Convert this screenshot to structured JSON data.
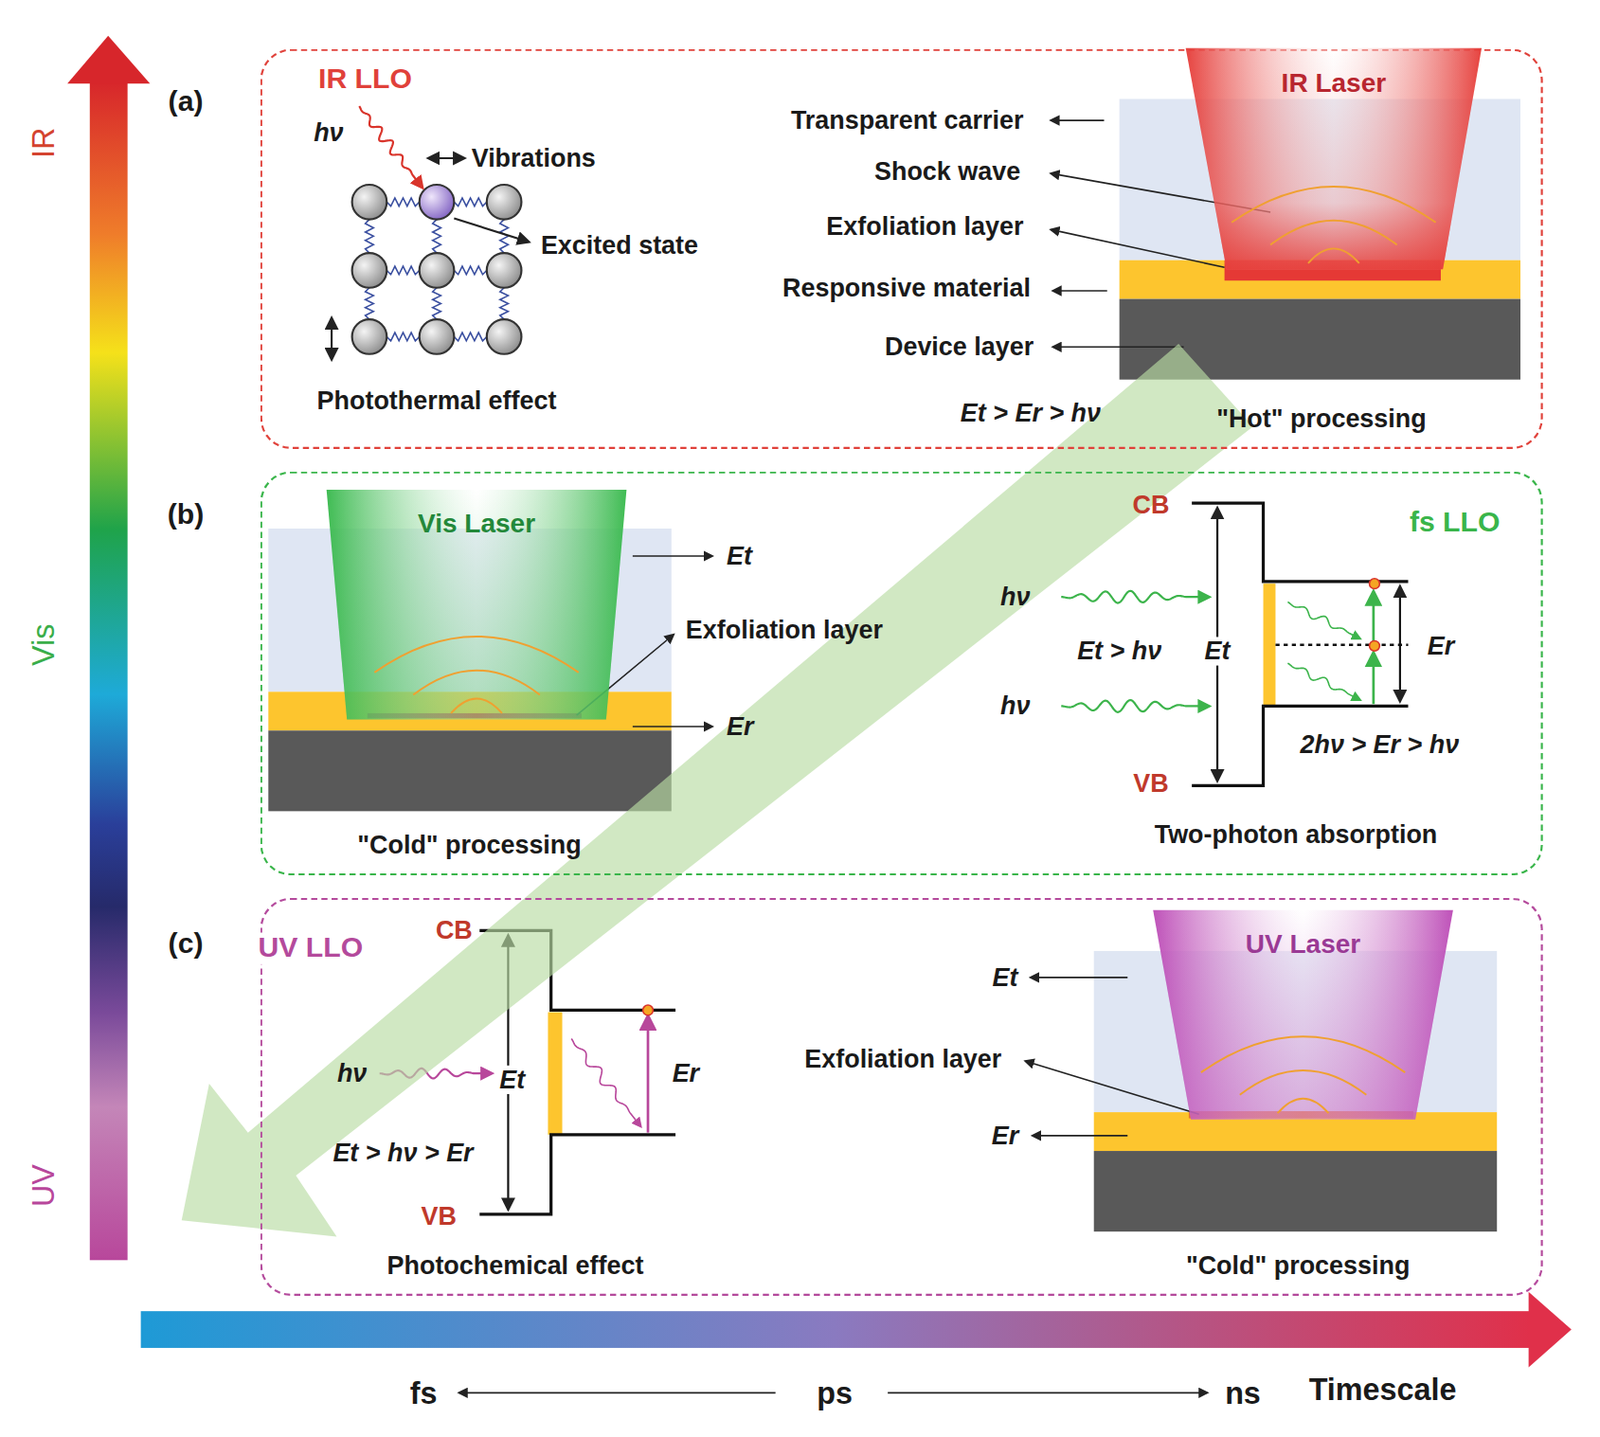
{
  "diagram": {
    "nodes": [
      {
        "text": [
          "IR LLO"
        ]
      },
      {
        "text": [
          "IR Laser"
        ],
        "in": 0
      },
      {
        "text": [
          "fs LLO"
        ]
      },
      {
        "text": [
          "Vis Laser"
        ],
        "in": 2
      },
      {
        "text": [
          "UV LLO"
        ]
      },
      {
        "text": [
          "UV Laser"
        ],
        "in": 4
      }
    ],
    "labels": [
      "IR",
      "Vis",
      "UV",
      "(a)",
      "hν",
      "Vibrations",
      "Excited state",
      "Photothermal effect",
      "Transparent carrier",
      "Shock wave",
      "Exfoliation layer",
      "Responsive material",
      "Device layer",
      "Et > Er > hν",
      "\"Hot\" processing",
      "(b)",
      "Et",
      "Exfoliation layer",
      "Er",
      "\"Cold\" processing",
      "CB",
      "hν",
      "Et > hν",
      "Et",
      "Er",
      "hν",
      "VB",
      "2hν > Er > hν",
      "Two-photon absorption",
      "(c)",
      "CB",
      "hν",
      "Et",
      "Er",
      "Et > hν > Er",
      "VB",
      "Photochemical effect",
      "Et",
      "Exfoliation layer",
      "Er",
      "\"Cold\" processing",
      "fs",
      "ps",
      "ns",
      "Timescale"
    ]
  }
}
